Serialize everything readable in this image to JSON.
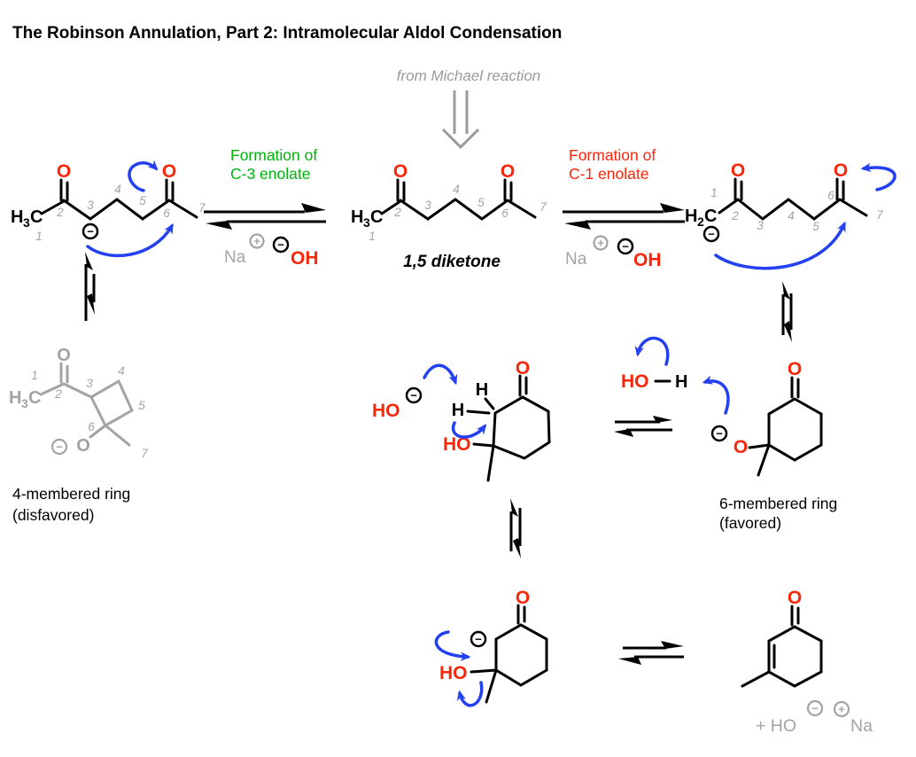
{
  "title": "The Robinson Annulation, Part 2: Intramolecular Aldol Condensation",
  "subtitle": "from Michael reaction",
  "labels": {
    "formation_c3": [
      "Formation of",
      "C-3 enolate"
    ],
    "formation_c1": [
      "Formation of",
      "C-1 enolate"
    ],
    "diketone": "1,5 diketone",
    "ring4": [
      "4-membered ring",
      "(disfavored)"
    ],
    "ring6": [
      "6-membered ring",
      "(favored)"
    ],
    "byproduct_plus_ho": "+ HO",
    "byproduct_na": "Na"
  },
  "reagents": {
    "na": "Na",
    "oh": "OH"
  },
  "atoms": {
    "o": "O",
    "h": "H",
    "c": "C",
    "ho": "HO",
    "sub2": "2",
    "sub3": "3"
  },
  "charges": {
    "minus": "−",
    "plus": "+"
  },
  "chain_numbers": [
    "1",
    "2",
    "3",
    "4",
    "5",
    "6",
    "7"
  ],
  "colors": {
    "red": "#f8260a",
    "green": "#00b30c",
    "blue": "#2341f0",
    "gray": "#a3a3a3",
    "black": "#000000"
  }
}
